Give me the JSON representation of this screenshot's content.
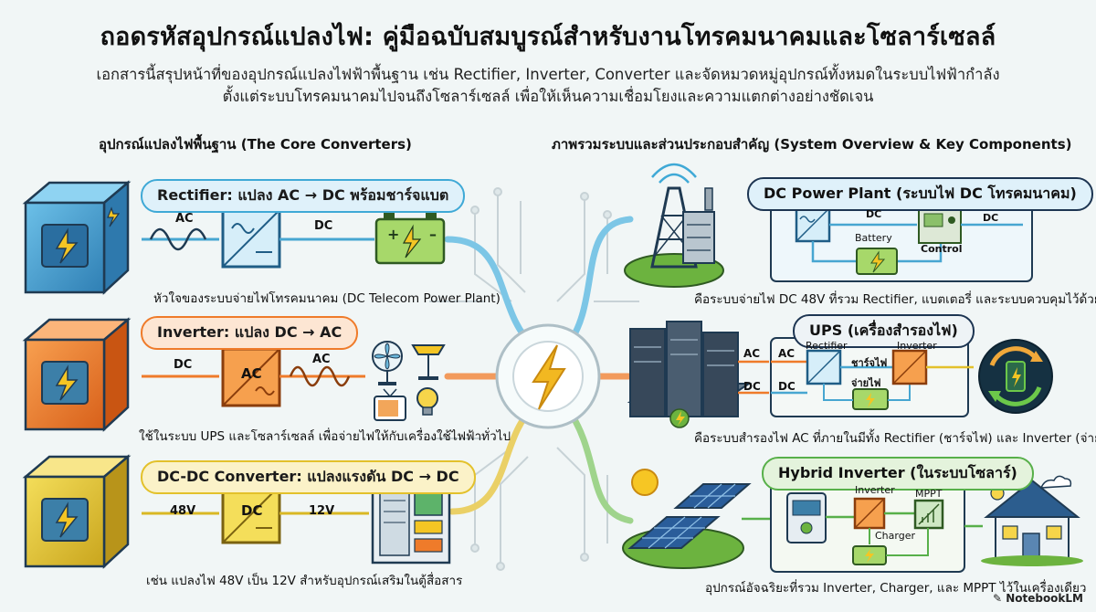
{
  "title": "ถอดรหัสอุปกรณ์แปลงไฟ: คู่มือฉบับสมบูรณ์สำหรับงานโทรคมนาคมและโซลาร์เซลล์",
  "subtitle_line1": "เอกสารนี้สรุปหน้าที่ของอุปกรณ์แปลงไฟฟ้าพื้นฐาน เช่น Rectifier, Inverter, Converter และจัดหมวดหมู่อุปกรณ์ทั้งหมดในระบบไฟฟ้ากำลัง",
  "subtitle_line2": "ตั้งแต่ระบบโทรคมนาคมไปจนถึงโซลาร์เซลล์ เพื่อให้เห็นความเชื่อมโยงและความแตกต่างอย่างชัดเจน",
  "left_heading": "อุปกรณ์แปลงไฟพื้นฐาน (The Core Converters)",
  "right_heading": "ภาพรวมระบบและส่วนประกอบสำคัญ (System Overview & Key Components)",
  "converters": [
    {
      "title": "Rectifier: แปลง AC → DC พร้อมชาร์จแบต",
      "in_label": "AC",
      "out_label": "DC",
      "caption": "หัวใจของระบบจ่ายไฟโทรคมนาคม (DC Telecom Power Plant)",
      "color": "#3fa9d6"
    },
    {
      "title": "Inverter: แปลง DC → AC",
      "in_label": "DC",
      "out_label": "AC",
      "box_label": "AC",
      "caption": "ใช้ในระบบ UPS และโซลาร์เซลล์ เพื่อจ่ายไฟให้กับเครื่องใช้ไฟฟ้าทั่วไป",
      "color": "#ef7b2a"
    },
    {
      "title": "DC-DC Converter: แปลงแรงดัน DC → DC",
      "in_label": "48V",
      "out_label": "12V",
      "box_label": "DC",
      "caption": "เช่น แปลงไฟ 48V เป็น 12V สำหรับอุปกรณ์เสริมในตู้สื่อสาร",
      "color": "#e3c12b"
    }
  ],
  "systems": [
    {
      "title": "DC Power Plant (ระบบไฟ DC โทรคมนาคม)",
      "labels": {
        "dc1": "DC",
        "dc2": "DC",
        "battery": "Battery",
        "control": "Control"
      },
      "caption": "คือระบบจ่ายไฟ DC 48V ที่รวม Rectifier, แบตเตอรี่ และระบบควบคุมไว้ด้วยกัน"
    },
    {
      "title": "UPS (เครื่องสำรองไฟ)",
      "labels": {
        "ac_in_1": "AC",
        "dc_in": "DC",
        "ac_in_2": "AC",
        "dc_2": "DC",
        "rectifier": "Rectifier",
        "inverter": "Inverter",
        "charge": "ชาร์จไฟ",
        "supply": "จ่ายไฟ"
      },
      "caption": "คือระบบสำรองไฟ AC ที่ภายในมีทั้ง Rectifier (ชาร์จไฟ) และ Inverter (จ่ายไฟ)"
    },
    {
      "title": "Hybrid Inverter (ในระบบโซลาร์)",
      "labels": {
        "inverter": "Inverter",
        "mppt": "MPPT",
        "charger": "Charger"
      },
      "caption": "อุปกรณ์อัจฉริยะที่รวม Inverter, Charger, และ MPPT ไว้ในเครื่องเดียว"
    }
  ],
  "brand": "NotebookLM",
  "colors": {
    "blue": "#3fa9d6",
    "orange": "#ef7b2a",
    "yellow": "#e3c12b",
    "green": "#58b04a",
    "navy": "#1d3552"
  }
}
